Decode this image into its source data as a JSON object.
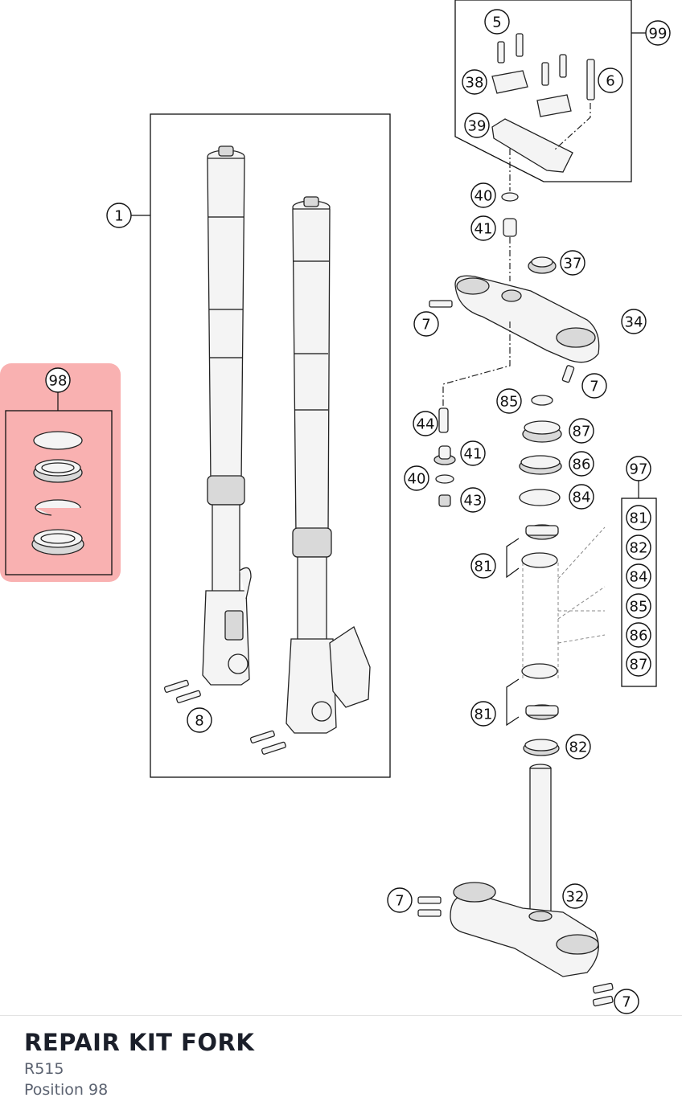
{
  "diagram": {
    "callouts": {
      "c1": "1",
      "c5": "5",
      "c6": "6",
      "c7a": "7",
      "c7b": "7",
      "c7c": "7",
      "c7d": "7",
      "c8": "8",
      "c32": "32",
      "c34": "34",
      "c37": "37",
      "c38": "38",
      "c39": "39",
      "c40a": "40",
      "c40b": "40",
      "c41a": "41",
      "c41b": "41",
      "c43": "43",
      "c44": "44",
      "c81a": "81",
      "c81b": "81",
      "c82": "82",
      "c84": "84",
      "c85": "85",
      "c86": "86",
      "c87": "87",
      "c97": "97",
      "c98": "98",
      "c99": "99"
    },
    "kit97_items": [
      "81",
      "82",
      "84",
      "85",
      "86",
      "87"
    ],
    "highlight_color": "#f8a3a3"
  },
  "footer": {
    "title": "REPAIR KIT FORK",
    "code": "R515",
    "position": "Position 98"
  }
}
